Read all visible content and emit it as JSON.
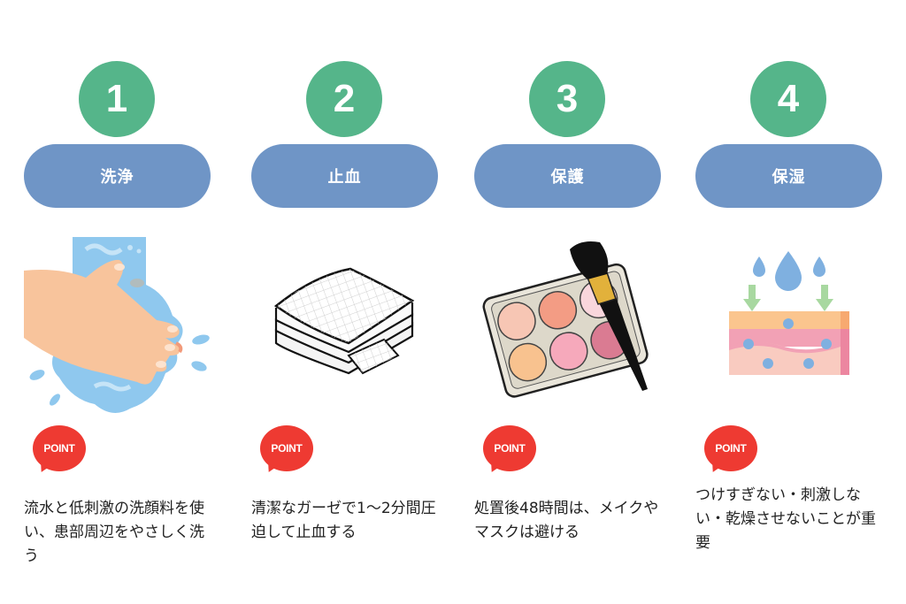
{
  "steps": [
    {
      "number": "1",
      "title": "洗浄",
      "illustration": "hand-washing-illustration",
      "badge": "POINT",
      "description": "流水と低刺激の洗顔料を使い、患部周辺をやさしく洗う"
    },
    {
      "number": "2",
      "title": "止血",
      "illustration": "gauze-stack-illustration",
      "badge": "POINT",
      "description": "清潔なガーゼで1～2分間圧迫して止血する"
    },
    {
      "number": "3",
      "title": "保護",
      "illustration": "makeup-palette-brush-illustration",
      "badge": "POINT",
      "description": "処置後48時間は、メイクやマスクは避ける"
    },
    {
      "number": "4",
      "title": "保湿",
      "illustration": "skin-moisture-layers-illustration",
      "badge": "POINT",
      "description": "つけすぎない・刺激しない・乾燥させないことが重要"
    }
  ],
  "colors": {
    "number_circle": "#55b58a",
    "title_pill": "#6f95c6",
    "point_badge": "#ee3a32",
    "text": "#222222"
  }
}
